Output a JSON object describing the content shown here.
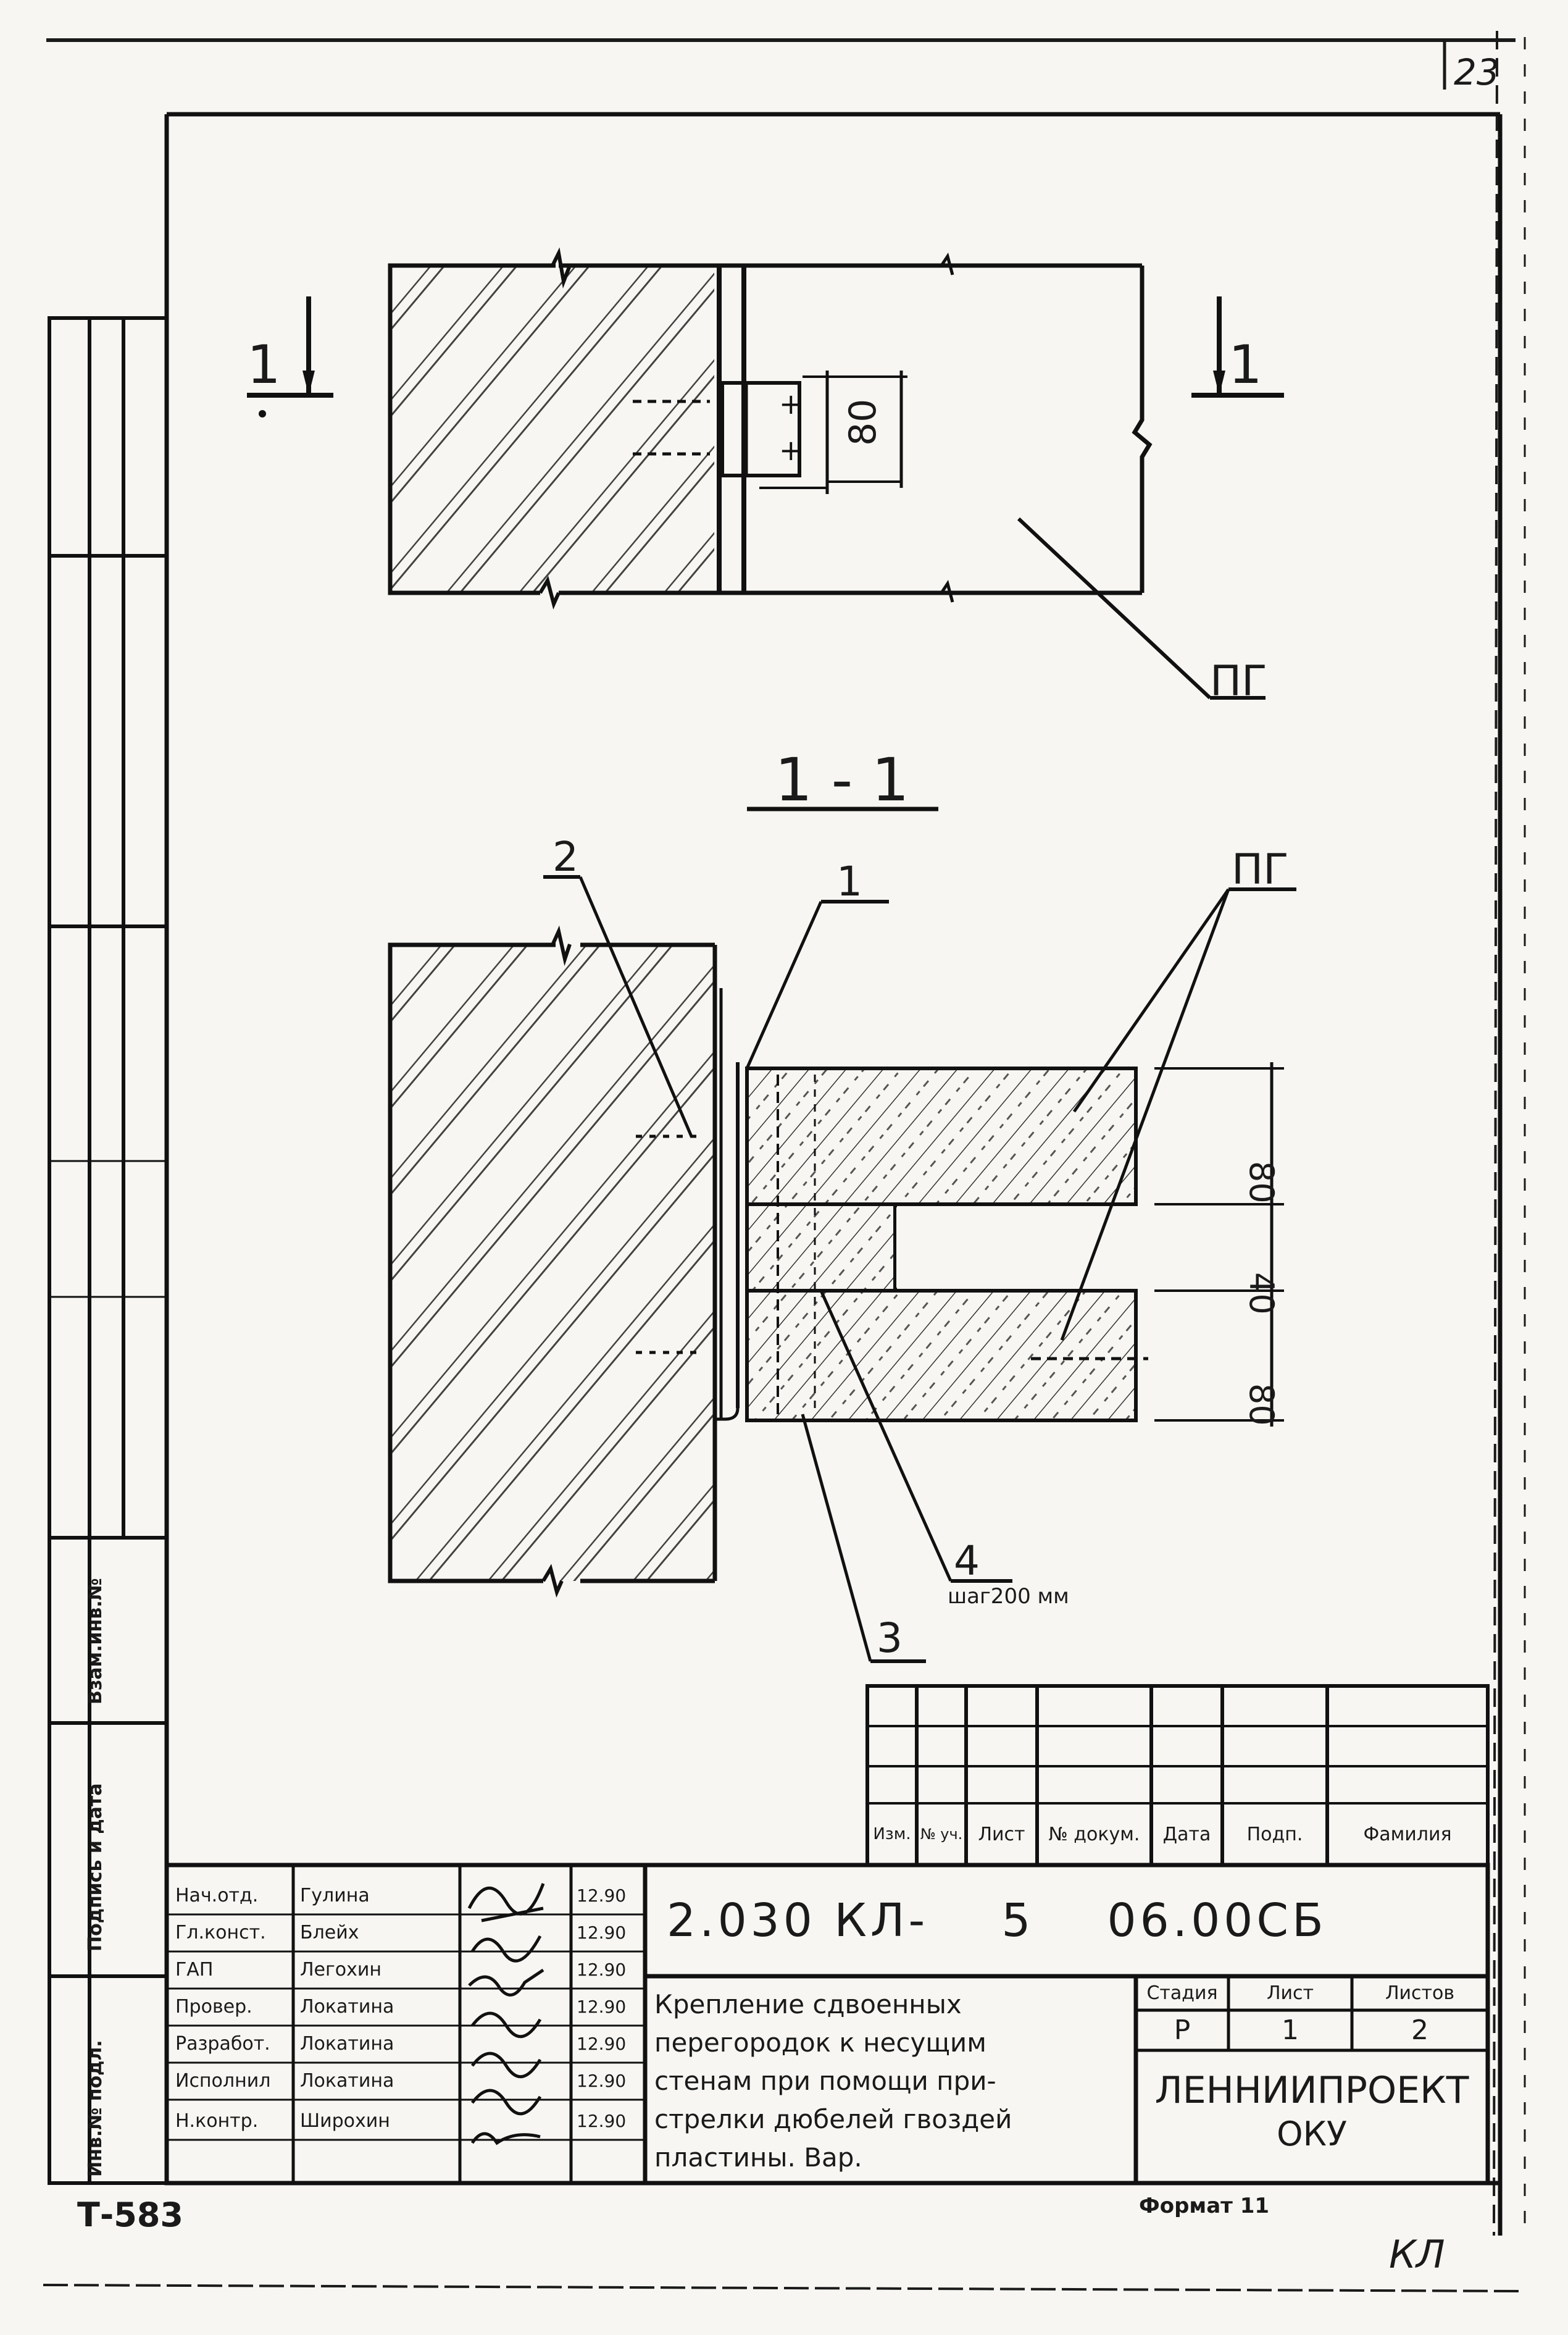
{
  "sheet": {
    "page_number": "23",
    "stamp_code": "Т-583",
    "format_label": "Формат 11",
    "corner_mark": "КЛ"
  },
  "drawing": {
    "plan_section_mark": "1",
    "section_title": "1 - 1",
    "dim_plan": "80",
    "panel_label": "ПГ",
    "callout_1": "1",
    "callout_2": "2",
    "callout_3": "3",
    "callout_4": "4",
    "callout_4_note": "шаг200 мм",
    "dims_section": [
      "80",
      "40",
      "80"
    ]
  },
  "left_strip": {
    "labels": [
      "Инв.№ подл.",
      "Подпись и дата",
      "Взам.инв.№"
    ]
  },
  "revision_table": {
    "headers": [
      "Изм.",
      "№ уч.",
      "Лист",
      "№ докум.",
      "Дата",
      "Подп.",
      "Фамилия"
    ]
  },
  "title_block": {
    "code": "2.030 КЛ-    5    06.00СБ",
    "title_lines": [
      "Крепление сдвоенных",
      "перегородок к несущим",
      "стенам при помощи при-",
      "стрелки дюбелей гвоздей",
      "пластины. Вар."
    ],
    "stage_header": "Стадия",
    "sheet_header": "Лист",
    "sheets_header": "Листов",
    "stage_value": "Р",
    "sheet_value": "1",
    "sheets_value": "2",
    "organization_line1": "ЛЕННИИПРОЕКТ",
    "organization_line2": "ОКУ",
    "signatures": [
      {
        "role": "Нач.отд.",
        "name": "Гулина",
        "date": "12.90"
      },
      {
        "role": "Гл.конст.",
        "name": "Блейх",
        "date": "12.90"
      },
      {
        "role": "ГАП",
        "name": "Легохин",
        "date": "12.90"
      },
      {
        "role": "Провер.",
        "name": "Локатина",
        "date": "12.90"
      },
      {
        "role": "Разработ.",
        "name": "Локатина",
        "date": "12.90"
      },
      {
        "role": "Исполнил",
        "name": "Локатина",
        "date": "12.90"
      },
      {
        "role": "Н.контр.",
        "name": "Широхин",
        "date": "12.90"
      }
    ]
  }
}
